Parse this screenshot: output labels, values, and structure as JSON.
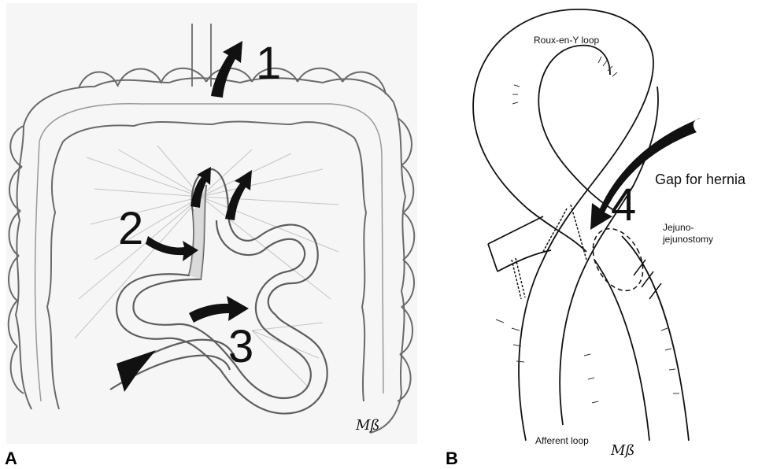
{
  "panel_a": {
    "letter": "A",
    "markers": [
      "1",
      "2",
      "3"
    ],
    "signature": "Mß"
  },
  "panel_b": {
    "letter": "B",
    "marker": "4",
    "labels": {
      "roux": "Roux-en-Y loop",
      "gap": "Gap for hernia",
      "jejuno_1": "Jejuno-",
      "jejuno_2": "jejunostomy",
      "afferent": "Afferent loop"
    },
    "signature": "Mß"
  },
  "colors": {
    "ink": "#111111",
    "pencil": "#6e6e6e",
    "shade": "#bdbdbd",
    "paper": "#f7f7f7"
  }
}
